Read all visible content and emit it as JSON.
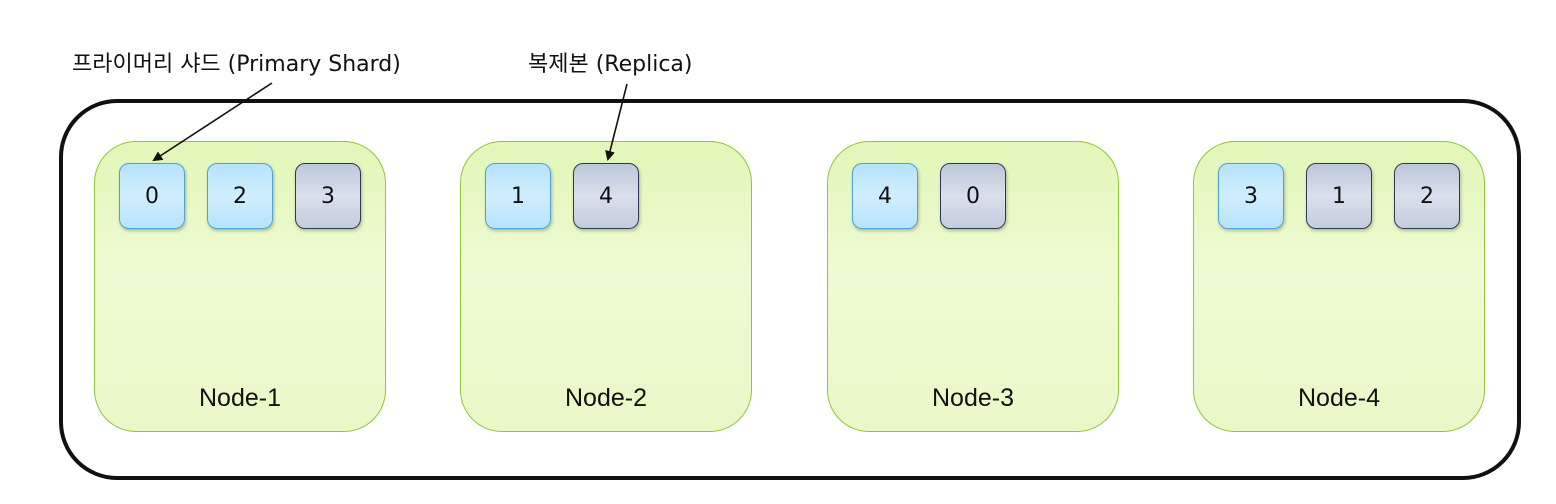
{
  "callouts": {
    "primary": "프라이머리 샤드 (Primary Shard)",
    "replica": "복제본 (Replica)"
  },
  "colors": {
    "primary_fill": "#cfeefd",
    "replica_fill": "#d9e0ec",
    "node_fill": "#eefad2",
    "node_border": "#8fc63a"
  },
  "nodes": [
    {
      "label": "Node-1",
      "shards": [
        {
          "id": "0",
          "type": "primary"
        },
        {
          "id": "2",
          "type": "primary"
        },
        {
          "id": "3",
          "type": "replica"
        }
      ]
    },
    {
      "label": "Node-2",
      "shards": [
        {
          "id": "1",
          "type": "primary"
        },
        {
          "id": "4",
          "type": "replica"
        }
      ]
    },
    {
      "label": "Node-3",
      "shards": [
        {
          "id": "4",
          "type": "primary"
        },
        {
          "id": "0",
          "type": "replica"
        }
      ]
    },
    {
      "label": "Node-4",
      "shards": [
        {
          "id": "3",
          "type": "primary"
        },
        {
          "id": "1",
          "type": "replica"
        },
        {
          "id": "2",
          "type": "replica"
        }
      ]
    }
  ]
}
